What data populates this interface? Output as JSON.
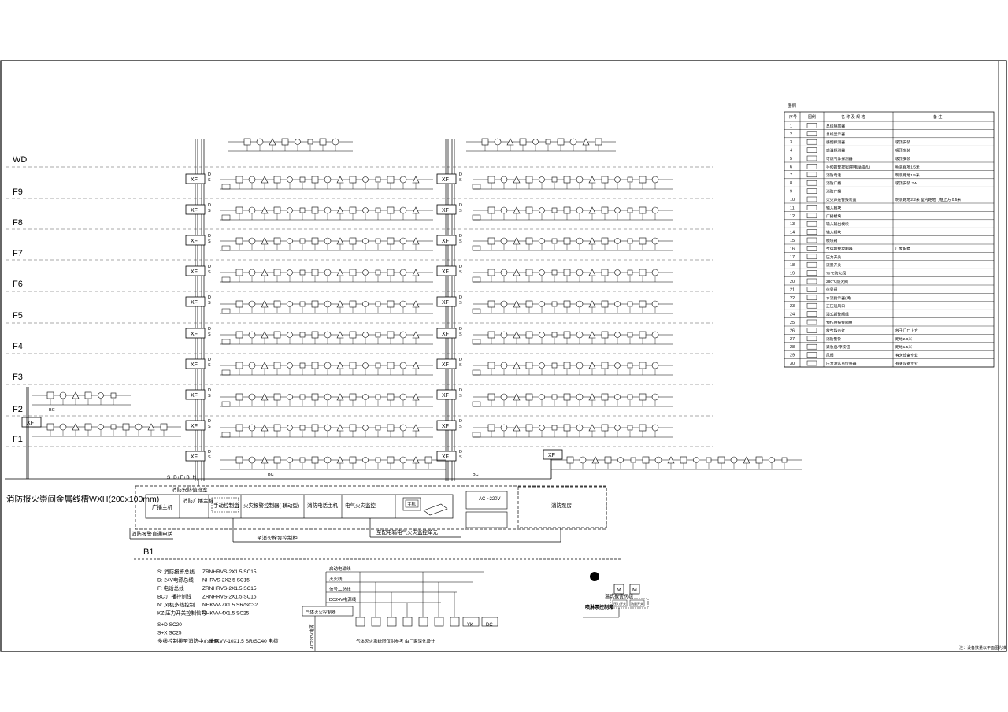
{
  "floors": [
    "WD",
    "F9",
    "F8",
    "F7",
    "F6",
    "F5",
    "F4",
    "F3",
    "F2",
    "F1"
  ],
  "xf_label": "XF",
  "bus_labels": {
    "d": "D",
    "s": "S",
    "f": "F",
    "bc": "BC",
    "n": "N"
  },
  "bus_code": "S+D+F+B+N",
  "tray_label": "消防报火崇间金属线槽WXH(200x100mm)",
  "center": {
    "room": "消防安防值班室",
    "broadcast": "广播主机",
    "broadcast2": "消防广播主机",
    "manual": "手动控制盘",
    "panel": "火灾报警控制器( 联动型)",
    "phone": "消防电话主机",
    "electric": "电气火灾监控",
    "host": "主机",
    "ac": "AC ~220V",
    "service": "消防泵房",
    "direct_phone": "消防报警直通电话",
    "fan_control": "至消火栓泵控制柜",
    "elec_unit": "至配电箱电气火灾监控单元"
  },
  "b1": "B1",
  "legend_lines": [
    {
      "code": "S: 消防报警总线",
      "spec": "ZRNHRVS-2X1.5  SC15"
    },
    {
      "code": "D: 24V电源总线",
      "spec": "NHRVS-2X2.5  SC15"
    },
    {
      "code": "F: 电话总线",
      "spec": "ZRNHRVS-2X1.5  SC15"
    },
    {
      "code": "BC:广播控制线",
      "spec": "ZRNHRVS-2X1.5  SC15"
    },
    {
      "code": "N: 风机多线控制",
      "spec": "NHKVV-7X1.5  SR/SC32"
    },
    {
      "code": "KZ:压力开关控制信号",
      "spec": "NHKVV-4X1.5  SC25"
    },
    {
      "code": "S+D  SC20",
      "spec": ""
    },
    {
      "code": "S+X  SC25",
      "spec": ""
    },
    {
      "code": "多线控制排至消防中心选用",
      "spec": "NHKVV-10X1.5  SR/SC40  电缆"
    }
  ],
  "gas": {
    "lines": [
      "启动电磁线",
      "灭火线",
      "信号二总线",
      "DC24V电源线"
    ],
    "controller": "气体灭火控制器",
    "power": "AC220V电源",
    "note": "气体灭火系统图仅供参考 由厂家深化设计",
    "tags": [
      "YK",
      "DC"
    ]
  },
  "pump": {
    "title": "温式报警阀组",
    "sub": "喷淋泵控制箱",
    "m": "M",
    "a": "压力开关",
    "b": "流量开关"
  },
  "bottom_note": "注：设备数量以平面图为准",
  "legend_table": {
    "title": "图例",
    "headers": [
      "序号",
      "图例",
      "名 称 及 规 格",
      "备 注"
    ],
    "rows": [
      {
        "n": "1",
        "name": "总线隔离器",
        "note": ""
      },
      {
        "n": "2",
        "name": "总线显示器",
        "note": ""
      },
      {
        "n": "3",
        "name": "感烟探测器",
        "note": "吸顶安装"
      },
      {
        "n": "4",
        "name": "感温探测器",
        "note": "吸顶安装"
      },
      {
        "n": "5",
        "name": "可燃气体探测器",
        "note": "吸顶安装"
      },
      {
        "n": "6",
        "name": "手动报警按钮(带电话插孔)",
        "note": "明装距地1.5米"
      },
      {
        "n": "7",
        "name": "消防电话",
        "note": "明装距地1.5米"
      },
      {
        "n": "8",
        "name": "消防广播",
        "note": "吸顶安装 3W"
      },
      {
        "n": "9",
        "name": "消防广播",
        "note": ""
      },
      {
        "n": "10",
        "name": "火灾声光警报装置",
        "note": "明装距地2.2米  室内距地门框上方 0.5米"
      },
      {
        "n": "11",
        "name": "输入模块",
        "note": ""
      },
      {
        "n": "12",
        "name": "广播模块",
        "note": ""
      },
      {
        "n": "13",
        "name": "输入输出模块",
        "note": ""
      },
      {
        "n": "14",
        "name": "输入模块",
        "note": ""
      },
      {
        "n": "15",
        "name": "模块箱",
        "note": ""
      },
      {
        "n": "16",
        "name": "气体报警控制器",
        "note": "厂家配套"
      },
      {
        "n": "17",
        "name": "压力开关",
        "note": ""
      },
      {
        "n": "18",
        "name": "流量开关",
        "note": ""
      },
      {
        "n": "19",
        "name": "70℃防火阀",
        "note": ""
      },
      {
        "n": "20",
        "name": "280℃防火阀",
        "note": ""
      },
      {
        "n": "21",
        "name": "信号阀",
        "note": ""
      },
      {
        "n": "22",
        "name": "水流指示器(阀)",
        "note": ""
      },
      {
        "n": "23",
        "name": "正压送风口",
        "note": ""
      },
      {
        "n": "24",
        "name": "湿式报警阀组",
        "note": ""
      },
      {
        "n": "25",
        "name": "预作用报警阀组",
        "note": ""
      },
      {
        "n": "26",
        "name": "放气指示灯",
        "note": "放于门口上方"
      },
      {
        "n": "27",
        "name": "消防警铃",
        "note": "距地2.8米"
      },
      {
        "n": "28",
        "name": "紧急启/停按钮",
        "note": "距地1.5米"
      },
      {
        "n": "29",
        "name": "风阀",
        "note": "有关设备专业"
      },
      {
        "n": "30",
        "name": "压力测试点传感器",
        "note": "有关设备专业"
      }
    ]
  }
}
